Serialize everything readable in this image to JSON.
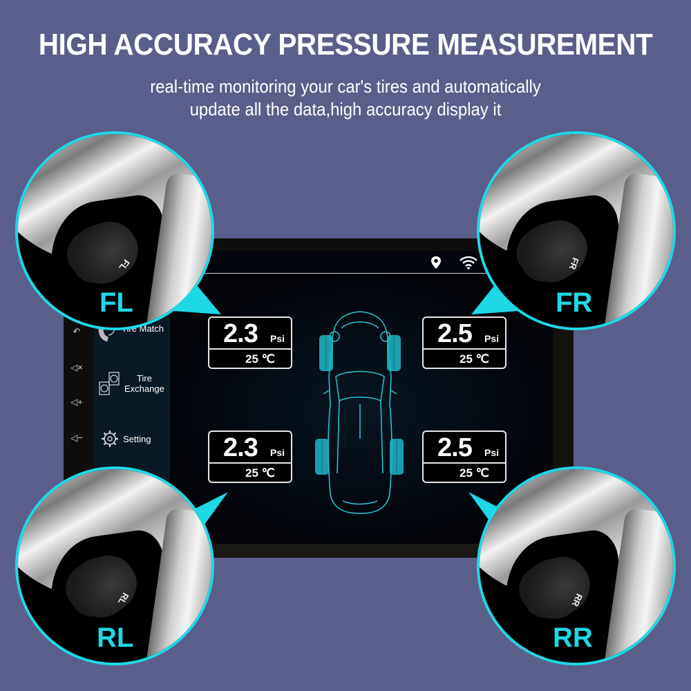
{
  "header": {
    "title": "HIGH ACCURACY PRESSURE MEASUREMENT",
    "subtitle_line1": "real-time monitoring your car's tires and automatically",
    "subtitle_line2": "update all the data,high accuracy display it"
  },
  "colors": {
    "background": "#5a5e8a",
    "accent": "#1fd8e6",
    "screen": "#02040a",
    "sidebar": "#0a1a24",
    "card_border": "#e6e6e6"
  },
  "device": {
    "side_buttons": [
      {
        "name": "back-icon",
        "glyph": "↶"
      },
      {
        "name": "mute-icon",
        "glyph": "◁×"
      },
      {
        "name": "volume-up-icon",
        "glyph": "◁+"
      },
      {
        "name": "volume-down-icon",
        "glyph": "◁−"
      }
    ],
    "status_icons": [
      {
        "name": "location-pin-icon"
      },
      {
        "name": "wifi-icon"
      }
    ]
  },
  "sidebar": {
    "items": [
      {
        "label": "Tire Match",
        "icon": "tire-match-icon"
      },
      {
        "label": "Tire\nExchange",
        "label_line1": "Tire",
        "label_line2": "Exchange",
        "icon": "tire-exchange-icon"
      },
      {
        "label": "Setting",
        "icon": "gear-icon"
      }
    ]
  },
  "tires": {
    "fl": {
      "position": "FL",
      "pressure": "2.3",
      "unit": "Psi",
      "temperature": "25",
      "temp_unit": "℃"
    },
    "fr": {
      "position": "FR",
      "pressure": "2.5",
      "unit": "Psi",
      "temperature": "25",
      "temp_unit": "℃"
    },
    "rl": {
      "position": "RL",
      "pressure": "2.3",
      "unit": "Psi",
      "temperature": "25",
      "temp_unit": "℃"
    },
    "rr": {
      "position": "RR",
      "pressure": "2.5",
      "unit": "Psi",
      "temperature": "25",
      "temp_unit": "℃"
    }
  },
  "sensors": {
    "fl": {
      "label": "FL",
      "code": "FL"
    },
    "fr": {
      "label": "FR",
      "code": "FR"
    },
    "rl": {
      "label": "RL",
      "code": "RL"
    },
    "rr": {
      "label": "RR",
      "code": "RR"
    }
  }
}
